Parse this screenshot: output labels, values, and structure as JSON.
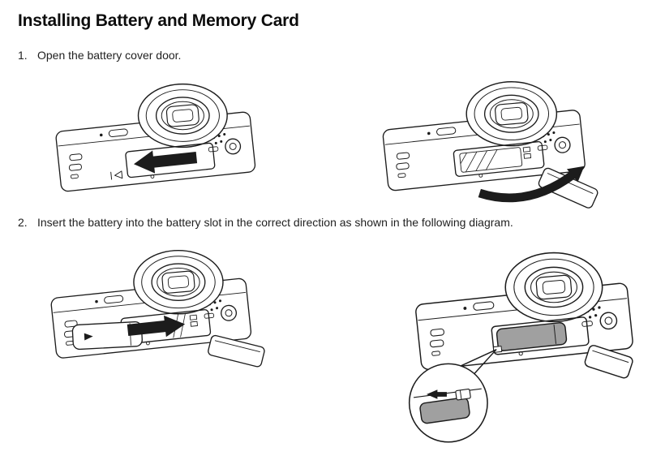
{
  "document": {
    "title": "Installing Battery and Memory Card",
    "steps": [
      {
        "number": "1.",
        "text": "Open the battery cover door."
      },
      {
        "number": "2.",
        "text": "Insert the battery into the battery slot in the correct direction as shown in the following diagram."
      }
    ],
    "figures": [
      {
        "name": "camera-slide-battery-door-arrow"
      },
      {
        "name": "camera-battery-door-open-swing-arrow"
      },
      {
        "name": "camera-insert-battery-arrow"
      },
      {
        "name": "camera-battery-seated-latch-magnified"
      }
    ]
  },
  "colors": {
    "ink": "#1c1c1c",
    "battery_gray": "#a0a0a0",
    "paper": "#ffffff"
  }
}
